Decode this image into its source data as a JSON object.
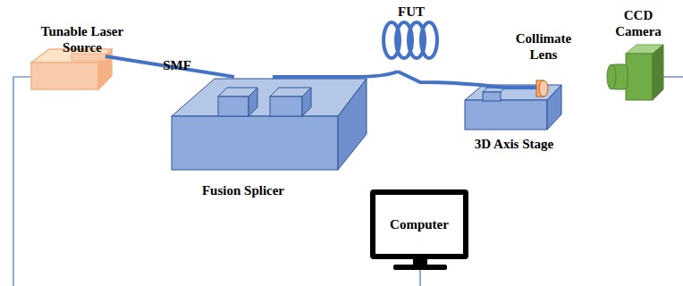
{
  "diagram": {
    "nodes": [
      {
        "text": [
          "Computer"
        ]
      }
    ],
    "labels": [
      "Tunable Laser Source",
      "SMF",
      "FUT",
      "Collimate Lens",
      "CCD Camera",
      "Fusion Splicer",
      "3D Axis Stage"
    ]
  }
}
